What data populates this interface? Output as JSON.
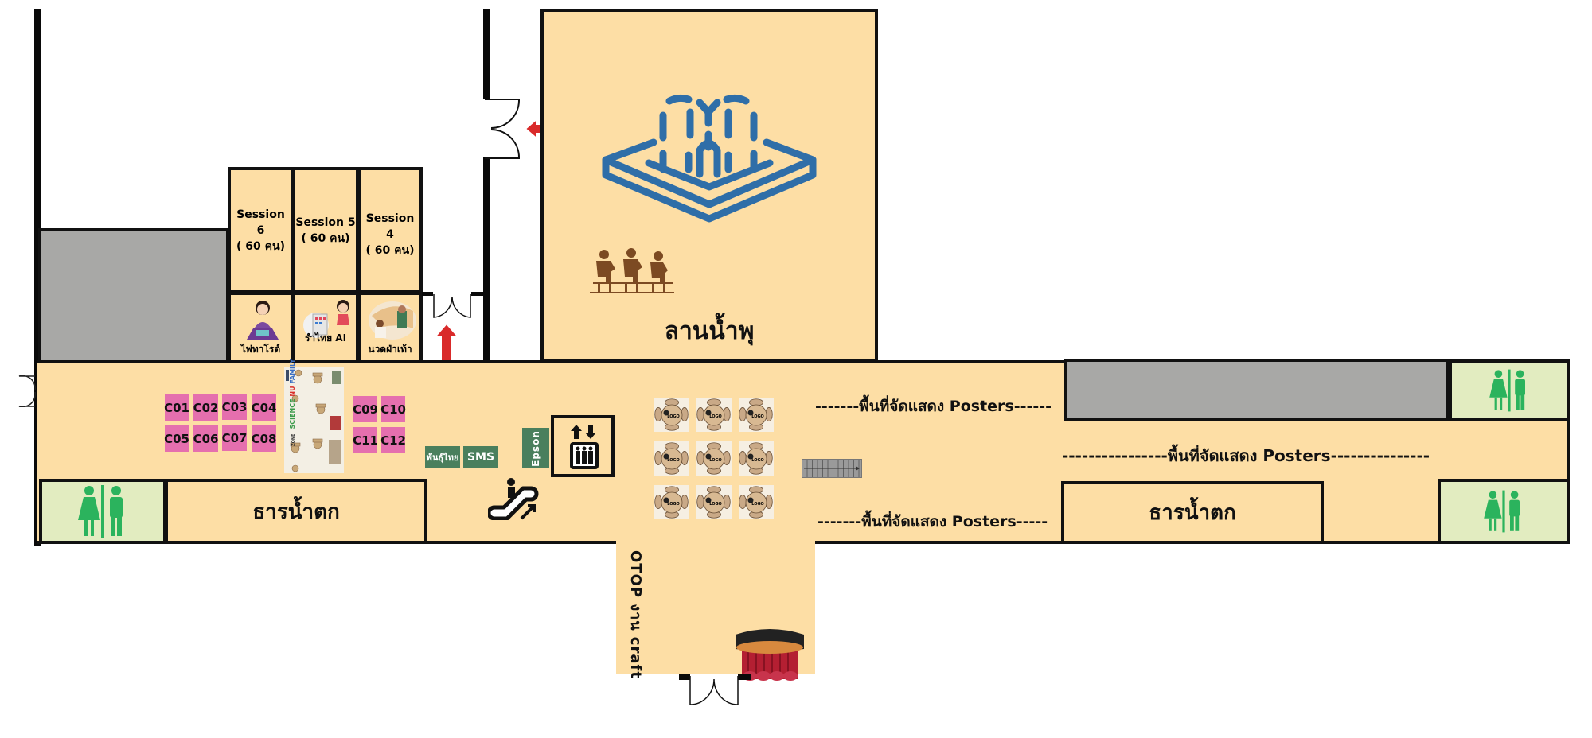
{
  "colors": {
    "floor": "#fddea5",
    "wall": "#0a0a0a",
    "blocked": "#a8a8a6",
    "restroom": "#e2ecc0",
    "restroom_icon": "#2bb35d",
    "booth": "#e56fae",
    "sponsor": "#4a7f5d",
    "fountain_icon": "#2f6ea8",
    "musicians_icon": "#7c4a22",
    "arrow": "#d92a2a"
  },
  "sessions": [
    {
      "name": "Session 6",
      "capacity": "( 60 คน)"
    },
    {
      "name": "Session 5",
      "capacity": "( 60 คน)"
    },
    {
      "name": "Session 4",
      "capacity": "( 60 คน)"
    }
  ],
  "activities": [
    {
      "label": "ไพ่ทาโรต์",
      "icon": "tarot-reader-icon"
    },
    {
      "label": "รำไทย AI",
      "icon": "thai-dance-ai-icon"
    },
    {
      "label": "นวดฝ่าเท้า",
      "icon": "foot-massage-icon"
    }
  ],
  "fountain": {
    "label": "ลานน้ำพุ",
    "icon": "fountain-icon",
    "performer_icon": "musicians-icon"
  },
  "booths": {
    "left_top": [
      "C01",
      "C02",
      "C03",
      "C04"
    ],
    "left_bottom": [
      "C05",
      "C06",
      "C07",
      "C08"
    ],
    "right_top": [
      "C09",
      "C10"
    ],
    "right_bottom": [
      "C11",
      "C12"
    ]
  },
  "science_zone": {
    "zone": "ZONE",
    "title_parts": [
      "SCIENCE ",
      "NU ",
      "FAMILY"
    ]
  },
  "sponsors": [
    {
      "label": "พันธุ์ไทย"
    },
    {
      "label": "SMS"
    },
    {
      "label": "Epson"
    }
  ],
  "facilities": {
    "elevator": "elevator-icon",
    "escalator": "escalator-icon",
    "stairs": "stairs-icon",
    "restroom": "restroom-icon",
    "stage": "stage-icon"
  },
  "waterfall_labels": [
    "ธารน้ำตก",
    "ธารน้ำตก"
  ],
  "poster_areas": [
    "-------พื้นที่จัดแสดง Posters------",
    "-------พื้นที่จัดแสดง Posters-----",
    "----------------พื้นที่จัดแสดง   Posters---------------"
  ],
  "otop": {
    "label": "OTOP   งาน craft"
  },
  "tables": {
    "count": 9,
    "logo_text": "LOGO"
  }
}
